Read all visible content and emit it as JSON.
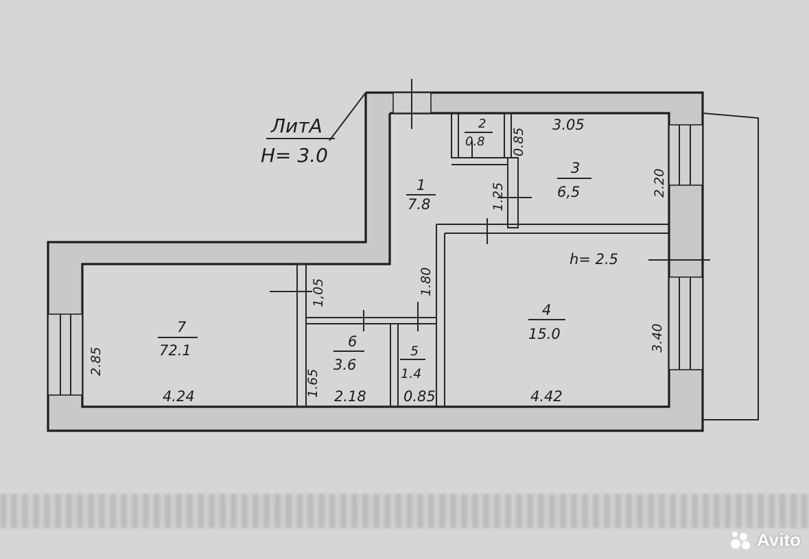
{
  "header": {
    "lit": "ЛитА",
    "height": "H= 3.0"
  },
  "rooms": [
    {
      "num": "1",
      "area": "7.8"
    },
    {
      "num": "2",
      "area": "0.8"
    },
    {
      "num": "3",
      "area": "6,5"
    },
    {
      "num": "4",
      "area": "15.0"
    },
    {
      "num": "5",
      "area": "1.4"
    },
    {
      "num": "6",
      "area": "3.6"
    },
    {
      "num": "7",
      "area": "72.1"
    }
  ],
  "dims": {
    "d305": "3.05",
    "d085v": "0.85",
    "d220": "2.20",
    "d125": "1.25",
    "d180": "1.80",
    "d105": "1,05",
    "d285": "2.85",
    "d340": "3.40",
    "d165": "1.65",
    "d424": "4.24",
    "d218": "2.18",
    "d085h": "0.85",
    "d442": "4.42"
  },
  "note_h": "h= 2.5",
  "watermark": "Avito",
  "colors": {
    "paper": "#d6d6d4",
    "ink": "#1e1e1e"
  }
}
